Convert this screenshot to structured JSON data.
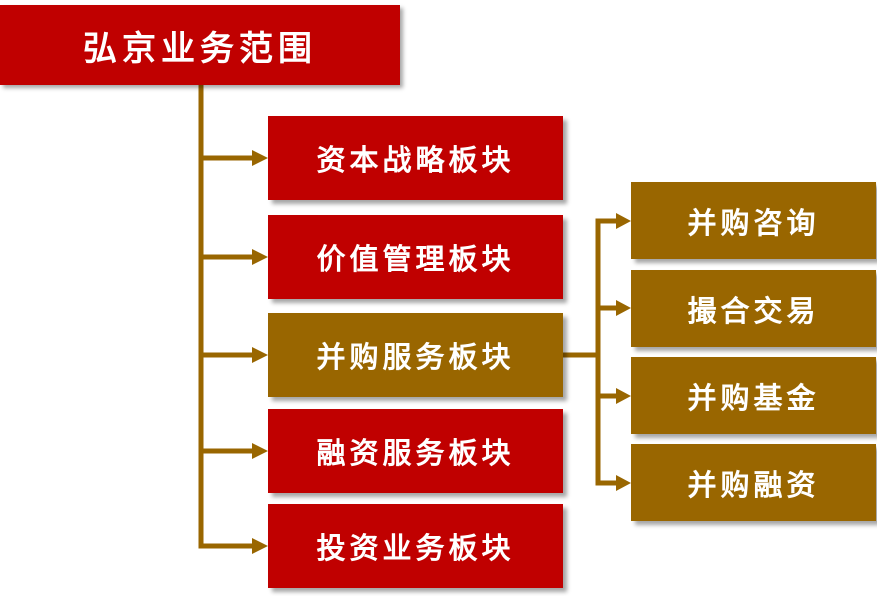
{
  "colors": {
    "red": "#C00000",
    "gold": "#996600",
    "line": "#996600"
  },
  "root": {
    "label": "弘京业务范围"
  },
  "sections": [
    {
      "label": "资本战略板块",
      "color": "red"
    },
    {
      "label": "价值管理板块",
      "color": "red"
    },
    {
      "label": "并购服务板块",
      "color": "gold"
    },
    {
      "label": "融资服务板块",
      "color": "red"
    },
    {
      "label": "投资业务板块",
      "color": "red"
    }
  ],
  "sub_items": [
    {
      "label": "并购咨询"
    },
    {
      "label": "撮合交易"
    },
    {
      "label": "并购基金"
    },
    {
      "label": "并购融资"
    }
  ]
}
